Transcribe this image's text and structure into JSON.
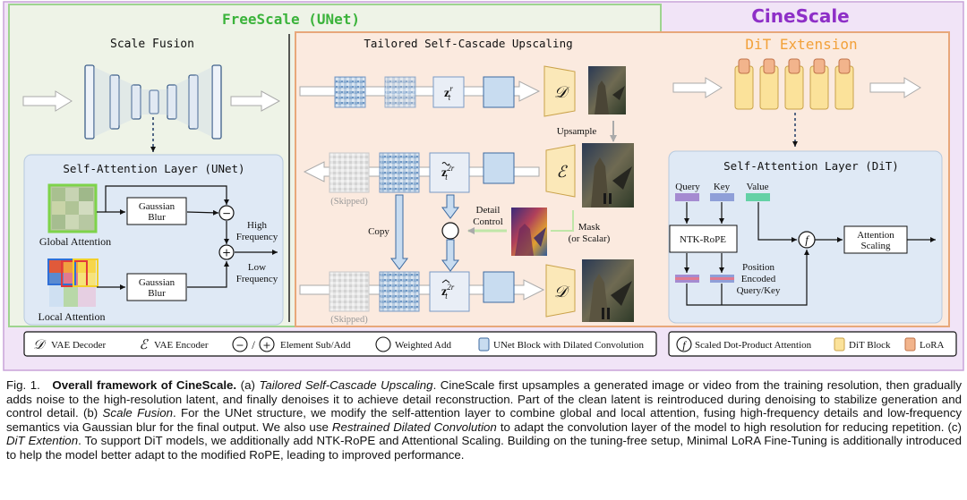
{
  "titles": {
    "cinescale": "CineScale",
    "freescale": "FreeScale (UNet)",
    "dit_extension": "DiT Extension",
    "scale_fusion": "Scale Fusion",
    "tailored": "Tailored Self-Cascade Upscaling",
    "sa_unet": "Self-Attention Layer (UNet)",
    "sa_dit": "Self-Attention Layer (DiT)"
  },
  "scale_fusion": {
    "gaussian_blur": "Gaussian",
    "gaussian_blur_2": "Blur",
    "global_attention": "Global Attention",
    "local_attention": "Local Attention",
    "high_frequency": "High",
    "high_frequency_2": "Frequency",
    "low_frequency": "Low",
    "low_frequency_2": "Frequency",
    "minus": "−",
    "plus": "+"
  },
  "cascade": {
    "decoder_symbol": "𝒟",
    "encoder_symbol": "ℰ",
    "upsample": "Upsample",
    "skipped": "(Skipped)",
    "copy": "Copy",
    "detail": "Detail",
    "control": "Control",
    "mask": "Mask",
    "or_scalar": "(or Scalar)",
    "z_r": "z",
    "sup_r": "r",
    "sup_2r": "2r",
    "sub_t": "t"
  },
  "dit": {
    "query": "Query",
    "key": "Key",
    "value": "Value",
    "ntk_rope": "NTK-RoPE",
    "attention": "Attention",
    "scaling": "Scaling",
    "f_symbol": "f",
    "position": "Position",
    "encoded": "Encoded",
    "query_key": "Query/Key"
  },
  "legend": {
    "vae_decoder": "VAE Decoder",
    "vae_encoder": "VAE Encoder",
    "element_sub_add": "Element Sub/Add",
    "slash": "/",
    "weighted_add": "Weighted Add",
    "unet_block": "UNet Block with Dilated Convolution",
    "sdpa": "Scaled Dot-Product Attention",
    "dit_block": "DiT Block",
    "lora": "LoRA"
  },
  "caption": {
    "fig": "Fig. 1.",
    "bold_title": "Overall framework of CineScale.",
    "a_label": "(a)",
    "a_title": "Tailored Self-Cascade Upscaling",
    "a_text": ". CineScale first upsamples a generated image or video from the training resolution, then gradually adds noise to the high-resolution latent, and finally denoises it to achieve detail reconstruction. Part of the clean latent is reintroduced during denoising to stabilize generation and control detail.",
    "b_label": "(b)",
    "b_title": "Scale Fusion",
    "b_text": ". For the UNet structure, we modify the self-attention layer to combine global and local attention, fusing high-frequency details and low-frequency semantics via Gaussian blur for the final output. We also use",
    "b_title2": "Restrained Dilated Convolution",
    "b_text2": "to adapt the convolution layer of the model to high resolution for reducing repetition.",
    "c_label": "(c)",
    "c_title": "DiT Extention",
    "c_text": ". To support DiT models, we additionally add NTK-RoPE and Attentional Scaling. Building on the tuning-free setup, Minimal LoRA Fine-Tuning is additionally introduced to help the model better adapt to the modified RoPE, leading to improved performance."
  },
  "colors": {
    "cinescale_bg": "#f1e4f7",
    "cinescale_border": "#c9a3d9",
    "cinescale_title": "#8e2fc7",
    "freescale_bg": "#eef3e7",
    "freescale_border": "#9ed48f",
    "freescale_title": "#3bb33b",
    "cascade_bg": "#fbeadf",
    "cascade_border": "#e8a77a",
    "dit_title": "#f2a13a",
    "sa_bg": "#dfe9f5",
    "unet_block": "#c8dcf0",
    "unet_block_border": "#3d6aa0",
    "dit_block": "#fbe29a",
    "lora": "#f2b48c",
    "query": "#a58bd1",
    "key": "#8f9fd8",
    "value": "#64d1a6"
  }
}
